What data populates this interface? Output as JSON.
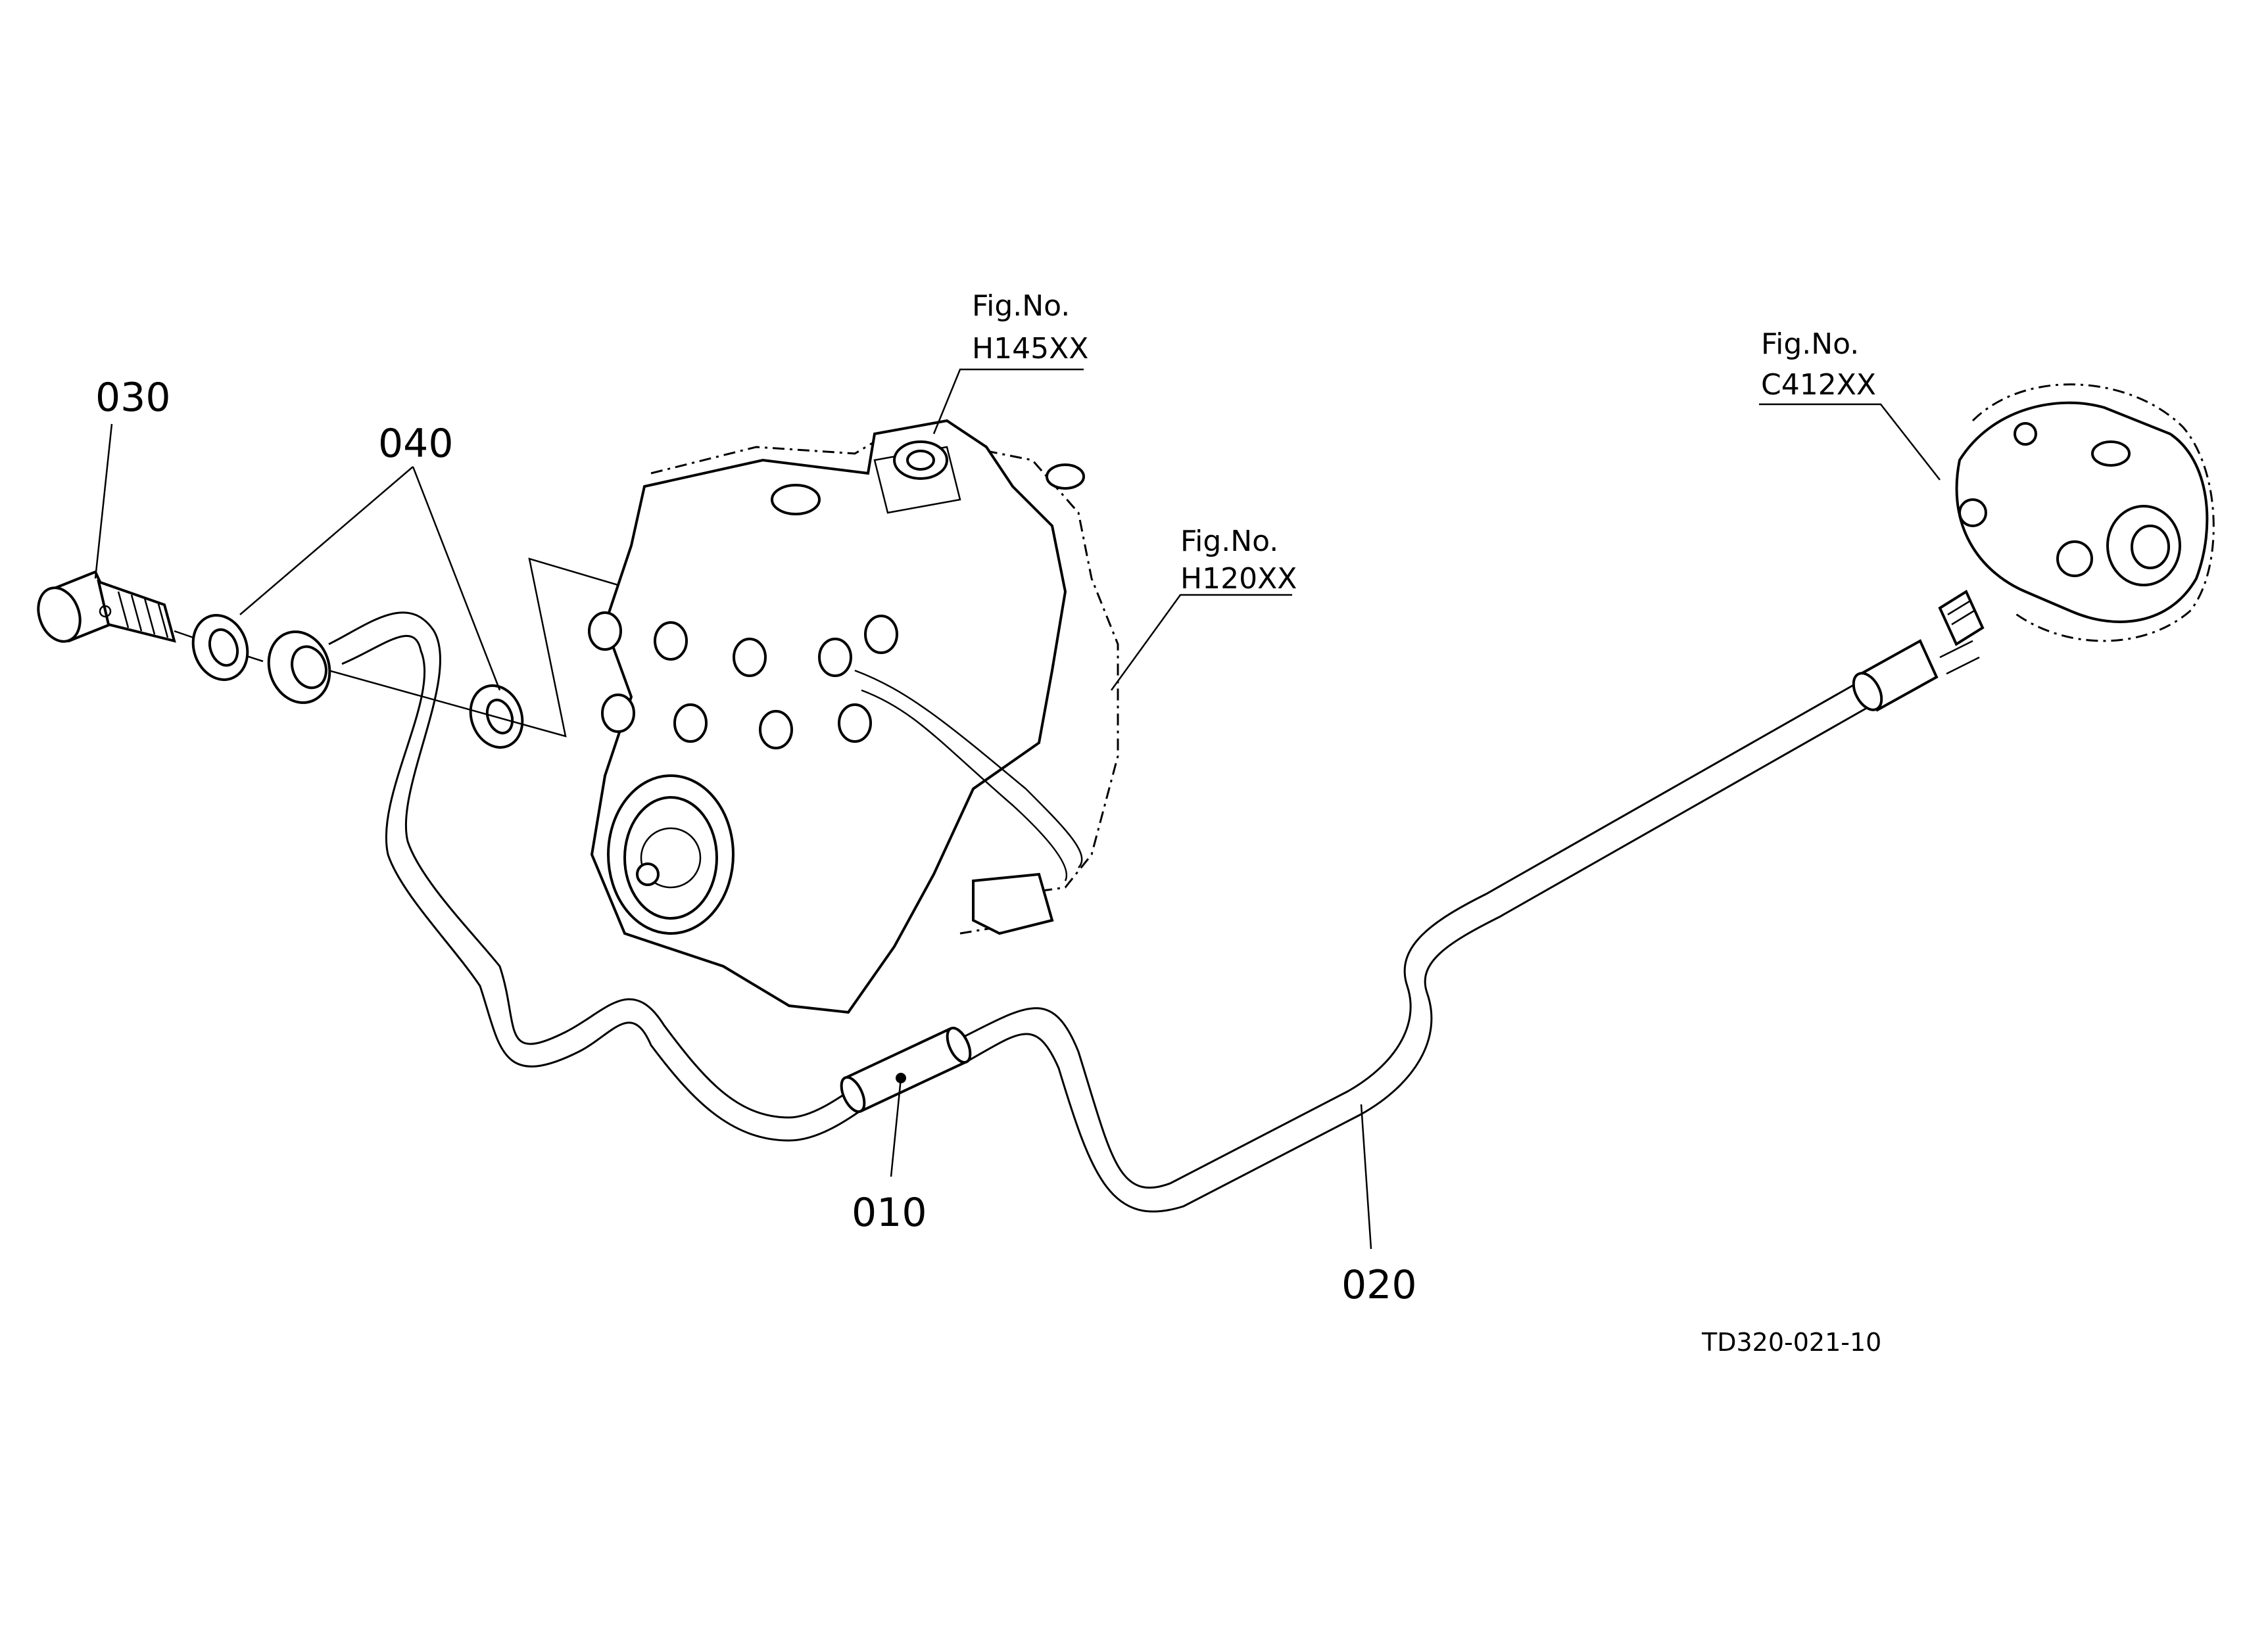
{
  "callouts": {
    "part_030": "030",
    "part_040": "040",
    "part_010": "010",
    "part_020": "020"
  },
  "refs": {
    "pump": {
      "prefix": "Fig.No.",
      "code": "H145XX"
    },
    "gear": {
      "prefix": "Fig.No.",
      "code": "H120XX"
    },
    "right": {
      "prefix": "Fig.No.",
      "code": "C412XX"
    }
  },
  "drawing_number": "TD320-021-10"
}
